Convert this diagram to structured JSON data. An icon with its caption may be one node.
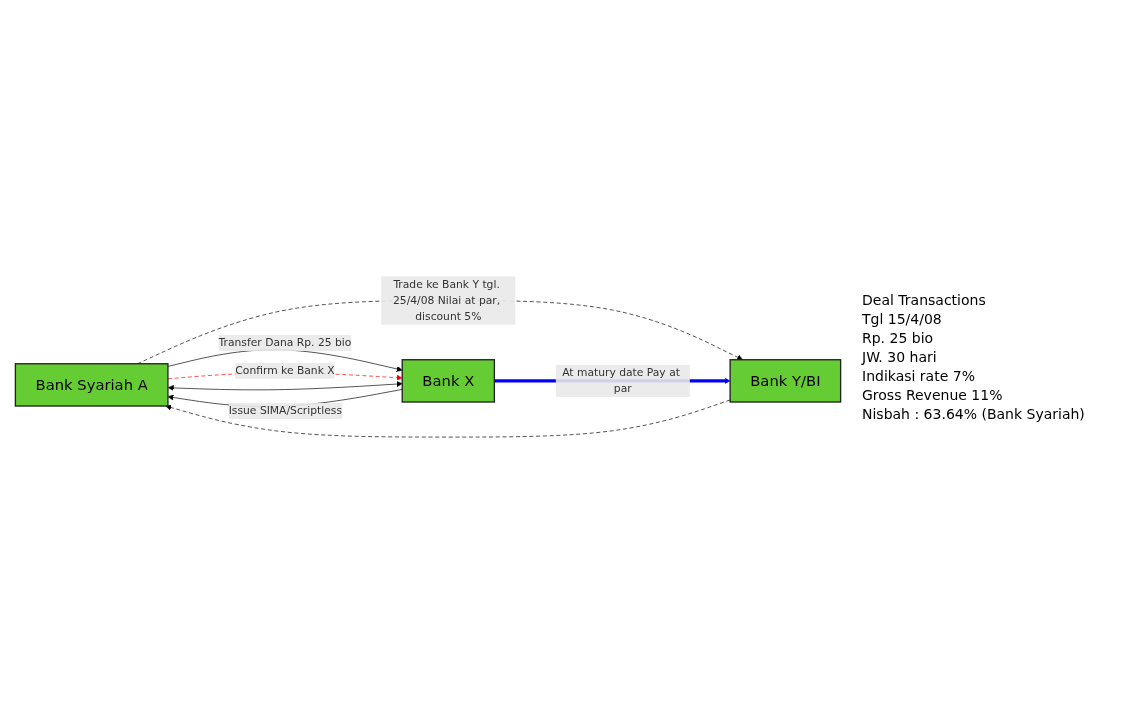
{
  "diagram": {
    "nodes": [
      {
        "text": [
          "Bank Syariah A"
        ]
      },
      {
        "text": [
          "Bank X"
        ]
      },
      {
        "text": [
          "Bank Y/BI"
        ]
      }
    ],
    "edges": [
      {
        "from": 0,
        "to": 1,
        "arrow": "to",
        "label": "Transfer Dana Rp. 25 bio"
      },
      {
        "from": 0,
        "to": 1,
        "arrow": "to",
        "label": "Confirm ke Bank X",
        "style": "dashed",
        "color": "#ff0000"
      },
      {
        "from": 0,
        "to": 1,
        "arrow": "both"
      },
      {
        "from": 1,
        "to": 0,
        "arrow": "to",
        "label": "Issue SIMA/Scriptless"
      },
      {
        "from": 2,
        "to": 0,
        "arrow": "to",
        "style": "dashed"
      },
      {
        "from": 0,
        "to": 2,
        "arrow": "to",
        "style": "dashed",
        "label": "Trade ke Bank Y tgl. 25/4/08 Nilai at par, discount 5%"
      },
      {
        "from": 1,
        "to": 2,
        "arrow": "to",
        "style": "thick",
        "color": "#0000ff",
        "label": "At matury date Pay at par"
      }
    ],
    "labels": [
      "Deal Transactions",
      "Tgl 15/4/08",
      "Rp. 25 bio",
      "JW. 30 hari",
      "Indikasi rate 7%",
      "Gross Revenue 11%",
      "Nisbah : 63.64% (Bank Syariah)"
    ]
  }
}
